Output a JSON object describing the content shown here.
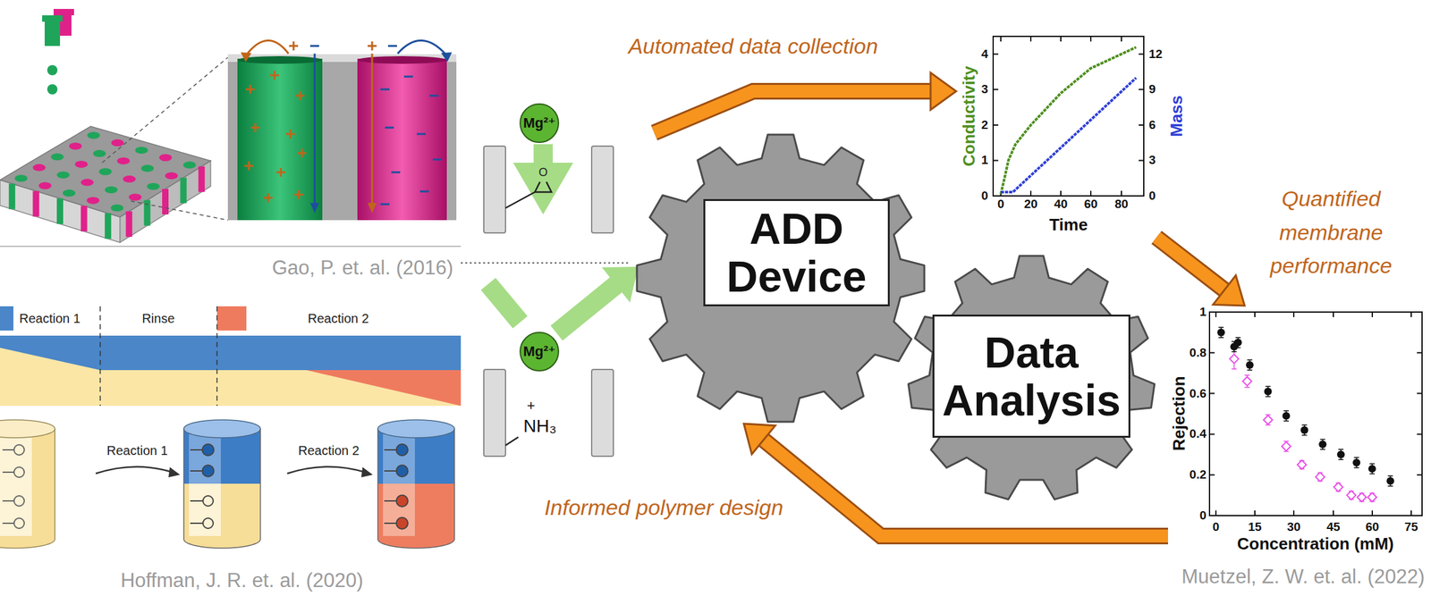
{
  "diagram": {
    "nodes": [
      {
        "text": [
          "Mg²⁺"
        ]
      },
      {
        "text": [
          "Mg²⁺"
        ]
      },
      {
        "text": [
          "ADD Device"
        ]
      },
      {
        "text": [
          "Data Analysis"
        ]
      },
      {
        "text": [
          "Conductivity",
          "Mass",
          "Time"
        ]
      },
      {
        "text": [
          "Rejection",
          "Concentration (mM)"
        ]
      }
    ],
    "edges": [
      {
        "from": 2,
        "to": 4,
        "arrow": "to",
        "label": "Automated data collection"
      },
      {
        "from": 4,
        "to": 5,
        "arrow": "to",
        "label": "Quantified membrane performance"
      },
      {
        "from": 5,
        "to": 2,
        "arrow": "to",
        "label": "Informed polymer design"
      }
    ],
    "labels": [
      "Gao, P. et. al. (2016)",
      "Reaction 1",
      "Rinse",
      "Reaction 2",
      "Reaction 1",
      "Reaction 2",
      "Hoffman, J. R. et. al. (2020)",
      "O",
      "+",
      "NH₃",
      "0",
      "1",
      "2",
      "3",
      "4",
      "0",
      "3",
      "6",
      "9",
      "12",
      "0",
      "20",
      "40",
      "60",
      "80",
      "0",
      "0.2",
      "0.4",
      "0.6",
      "0.8",
      "1",
      "0",
      "15",
      "30",
      "45",
      "60",
      "75",
      "Muetzel, Z. W. et. al. (2022)"
    ]
  }
}
